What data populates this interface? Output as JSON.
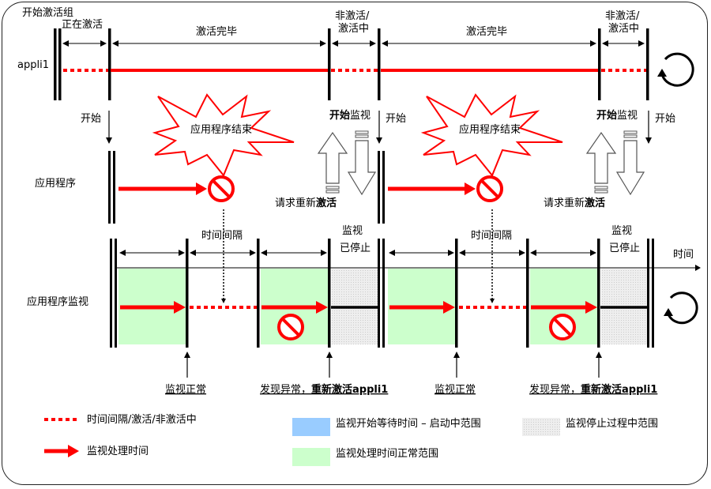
{
  "colors": {
    "red": "#ff0000",
    "green_range": "#ccffcc",
    "blue_range": "#99ccff",
    "gray_range": "#e6e6e6",
    "black": "#000000"
  },
  "top": {
    "group_start": "开始激活组",
    "activating": "正在激活",
    "row_label": "appli1",
    "activated_1": "激活完毕",
    "activated_2": "激活完毕",
    "deact_1a": "非激活/",
    "deact_1b": "激活中",
    "deact_2a": "非激活/",
    "deact_2b": "激活中"
  },
  "middle": {
    "start_1": "开始",
    "start_2": "开始",
    "start_3": "开始",
    "start_monitor_1_bold": "开始",
    "start_monitor_1_rest": "监视",
    "start_monitor_2_bold": "开始",
    "start_monitor_2_rest": "监视",
    "app_label": "应用程序",
    "burst_1": "应用程序结束",
    "burst_2": "应用程序结束",
    "request_1_plain": "请求重新",
    "request_1_bold": "激活",
    "request_2_plain": "请求重新",
    "request_2_bold": "激活"
  },
  "monitor": {
    "row_label": "应用程序监视",
    "interval_1": "时间间隔",
    "interval_2": "时间间隔",
    "stopped_1a": "监视",
    "stopped_1b": "已停止",
    "stopped_2a": "监视",
    "stopped_2b": "已停止",
    "time_axis": "时间",
    "normal_1": "监视正常",
    "normal_2": "监视正常",
    "anomaly_1_plain": "发现异常，",
    "anomaly_1_bold": "重新激活appli1",
    "anomaly_2_plain": "发现异常，",
    "anomaly_2_bold": "重新激活appli1"
  },
  "legend": {
    "dotted": "时间间隔/激活/非激活中",
    "arrow": "监视处理时间",
    "blue": "监视开始等待时间 – 启动中范围",
    "green": "监视处理时间正常范围",
    "gray": "监视停止过程中范围"
  }
}
